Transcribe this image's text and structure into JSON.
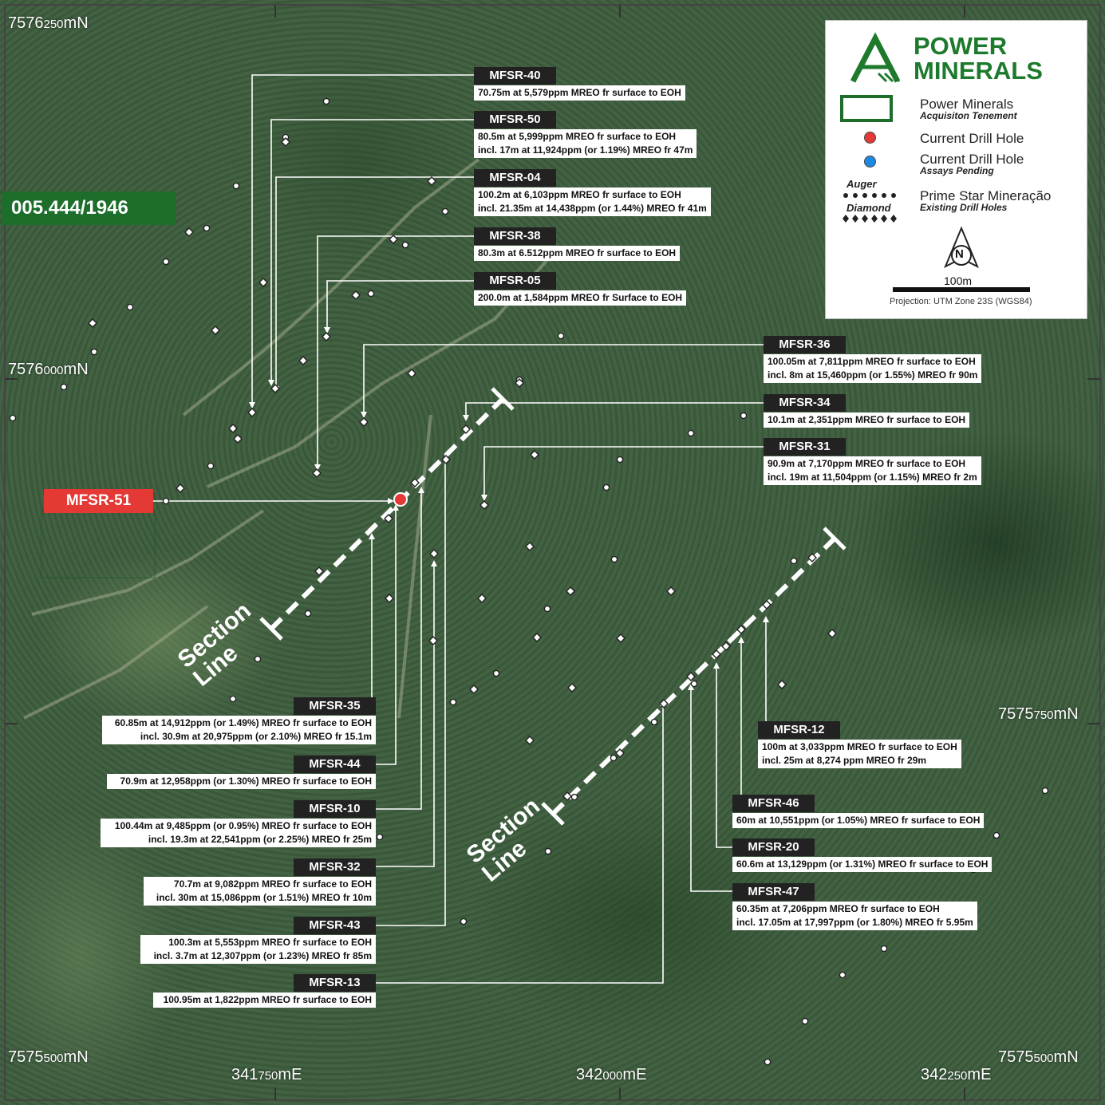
{
  "tenement_id": "005.444/1946",
  "current_hole": "MFSR-51",
  "coordinates": {
    "northing": [
      {
        "major": "7576",
        "minor": "250",
        "suffix": "mN"
      },
      {
        "major": "7576",
        "minor": "000",
        "suffix": "mN"
      },
      {
        "major": "7575",
        "minor": "750",
        "suffix": "mN"
      },
      {
        "major": "7575",
        "minor": "500",
        "suffix": "mN"
      },
      {
        "major": "7575",
        "minor": "500",
        "suffix": "mN"
      }
    ],
    "easting": [
      {
        "major": "341",
        "minor": "750",
        "suffix": "mE"
      },
      {
        "major": "342",
        "minor": "000",
        "suffix": "mE"
      },
      {
        "major": "342",
        "minor": "250",
        "suffix": "mE"
      }
    ]
  },
  "section_label": "Section\nLine",
  "drill_labels": [
    {
      "name": "MFSR-40",
      "text": "70.75m at 5,579ppm MREO fr surface to EOH"
    },
    {
      "name": "MFSR-50",
      "text": "80.5m at 5,999ppm MREO fr surface to EOH\nincl. 17m at 11,924ppm (or 1.19%) MREO fr 47m"
    },
    {
      "name": "MFSR-04",
      "text": "100.2m at 6,103ppm MREO fr surface to EOH\nincl. 21.35m at 14,438ppm (or 1.44%) MREO fr 41m"
    },
    {
      "name": "MFSR-38",
      "text": "80.3m at 6.512ppm MREO fr surface to EOH"
    },
    {
      "name": "MFSR-05",
      "text": "200.0m at 1,584ppm MREO fr Surface to EOH"
    },
    {
      "name": "MFSR-36",
      "text": "100.05m at 7,811ppm MREO fr surface to EOH\nincl. 8m at 15,460ppm (or 1.55%) MREO fr 90m"
    },
    {
      "name": "MFSR-34",
      "text": "10.1m at 2,351ppm MREO fr surface to EOH"
    },
    {
      "name": "MFSR-31",
      "text": "90.9m at 7,170ppm MREO fr surface to EOH\nincl. 19m at 11,504ppm (or 1.15%) MREO fr 2m"
    },
    {
      "name": "MFSR-35",
      "text": "60.85m at 14,912ppm (or 1.49%) MREO fr surface to EOH\nincl. 30.9m at 20,975ppm (or 2.10%) MREO fr 15.1m"
    },
    {
      "name": "MFSR-44",
      "text": "70.9m at 12,958ppm (or 1.30%) MREO fr surface to EOH"
    },
    {
      "name": "MFSR-10",
      "text": "100.44m at 9,485ppm (or 0.95%) MREO fr surface to EOH\nincl. 19.3m at 22,541ppm (or 2.25%) MREO fr 25m"
    },
    {
      "name": "MFSR-32",
      "text": "70.7m at 9,082ppm MREO fr surface to EOH\nincl. 30m at 15,086ppm (or 1.51%) MREO fr 10m"
    },
    {
      "name": "MFSR-43",
      "text": "100.3m at 5,553ppm MREO fr surface to EOH\nincl. 3.7m at 12,307ppm (or 1.23%) MREO fr 85m"
    },
    {
      "name": "MFSR-13",
      "text": "100.95m at 1,822ppm MREO fr surface to EOH"
    },
    {
      "name": "MFSR-12",
      "text": "100m at 3,033ppm MREO fr surface to EOH\nincl. 25m at 8,274 ppm MREO fr 29m"
    },
    {
      "name": "MFSR-46",
      "text": "60m at 10,551ppm (or 1.05%) MREO fr surface to EOH"
    },
    {
      "name": "MFSR-20",
      "text": "60.6m at 13,129ppm (or 1.31%) MREO fr surface to EOH"
    },
    {
      "name": "MFSR-47",
      "text": "60.35m at 7,206ppm MREO fr surface to EOH\nincl. 17.05m at 17,997ppm (or 1.80%) MREO fr 5.95m"
    }
  ],
  "legend": {
    "brand_line1": "POWER",
    "brand_line2": "MINERALS",
    "tenement_title": "Power Minerals",
    "tenement_sub": "Acquisiton Tenement",
    "current_hole": "Current Drill Hole",
    "pending_title": "Current Drill Hole",
    "pending_sub": "Assays Pending",
    "auger": "Auger",
    "diamond": "Diamond",
    "existing_title": "Prime Star Mineração",
    "existing_sub": "Existing Drill Holes",
    "north": "N",
    "scale": "100m",
    "projection": "Projection: UTM Zone 23S (WGS84)"
  },
  "colors": {
    "brand_green": "#1d7a2d",
    "tenement_green": "#1d6d2b",
    "current_hole_red": "#e53935",
    "pending_blue": "#1e88e5"
  }
}
